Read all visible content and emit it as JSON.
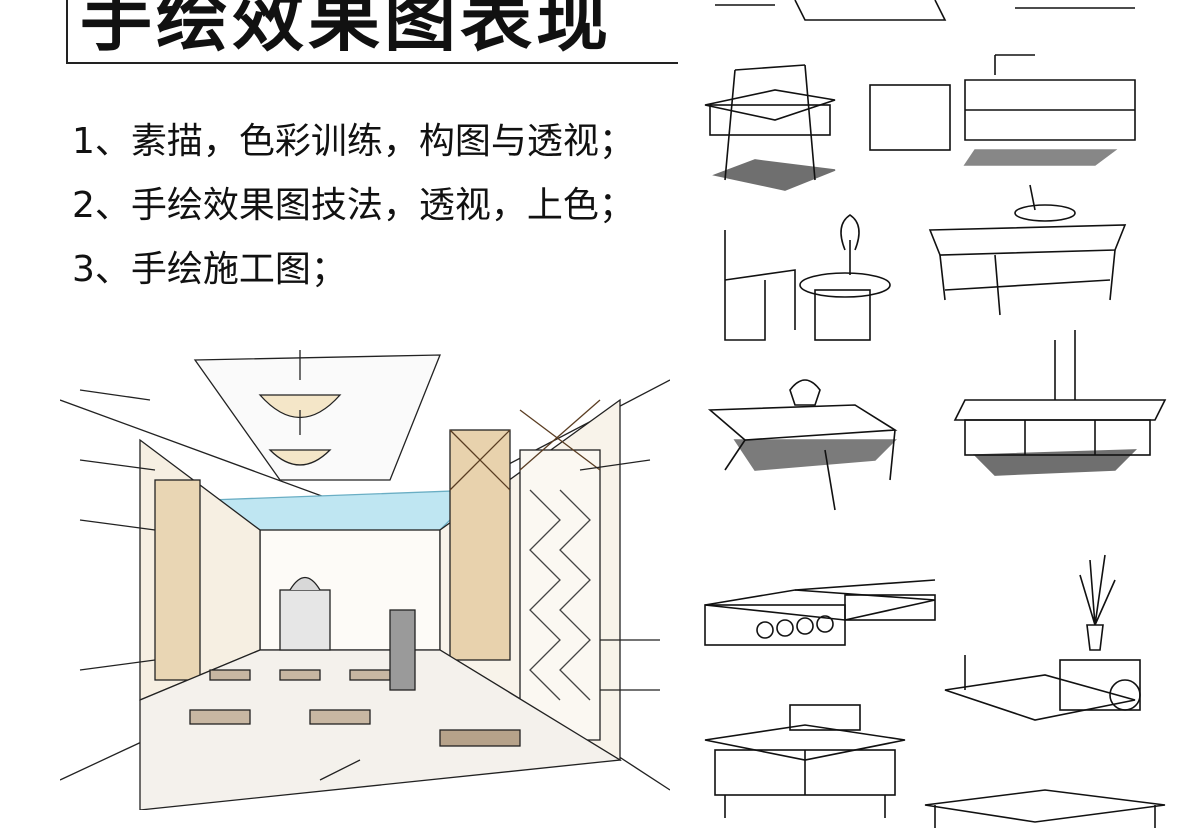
{
  "title": "手绘效果图表现",
  "items": [
    "1、素描，色彩训练，构图与透视；",
    "2、手绘效果图技法，透视，上色；",
    "3、手绘施工图；"
  ]
}
